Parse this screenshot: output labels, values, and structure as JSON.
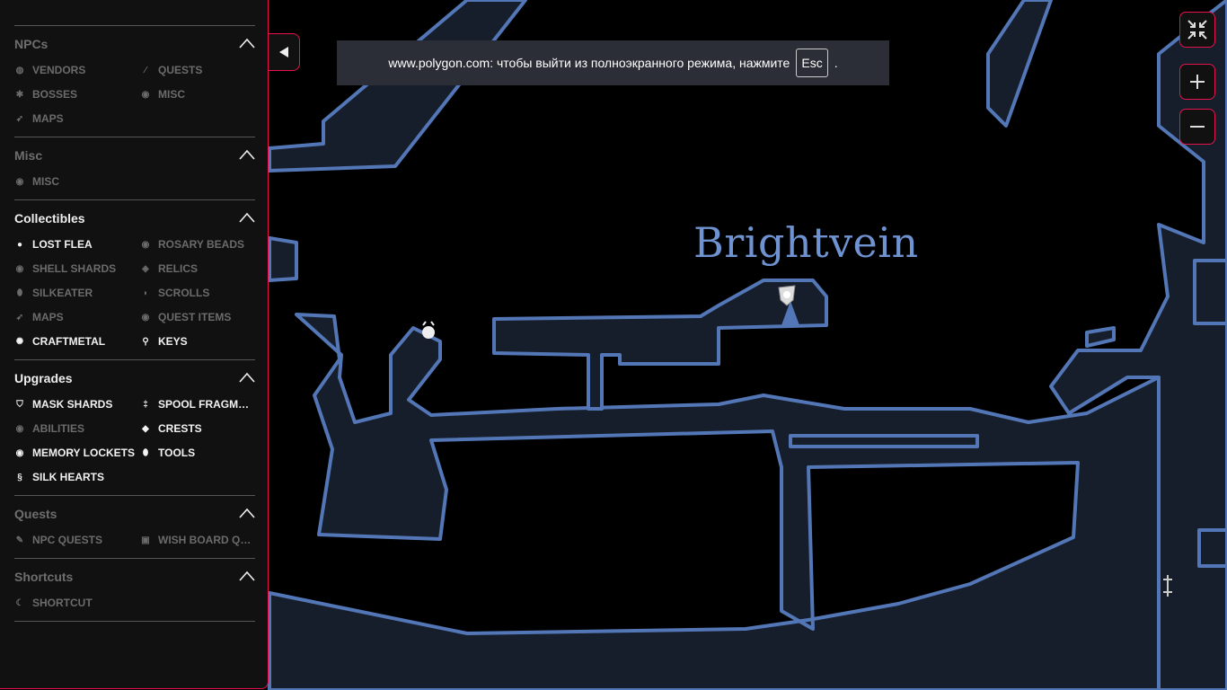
{
  "sidebar": {
    "sections": [
      {
        "title": "NPCs",
        "active": false,
        "items": [
          {
            "label": "VENDORS",
            "icon": "vendor-icon",
            "active": false
          },
          {
            "label": "QUESTS",
            "icon": "quest-pin-icon",
            "active": false
          },
          {
            "label": "BOSSES",
            "icon": "boss-icon",
            "active": false
          },
          {
            "label": "MISC",
            "icon": "misc-icon",
            "active": false
          },
          {
            "label": "MAPS",
            "icon": "map-icon",
            "active": false
          }
        ]
      },
      {
        "title": "Misc",
        "active": false,
        "items": [
          {
            "label": "MISC",
            "icon": "misc-icon",
            "active": false
          }
        ]
      },
      {
        "title": "Collectibles",
        "active": true,
        "items": [
          {
            "label": "LOST FLEA",
            "icon": "flea-icon",
            "active": true
          },
          {
            "label": "ROSARY BEADS",
            "icon": "rosary-icon",
            "active": false
          },
          {
            "label": "SHELL SHARDS",
            "icon": "shell-icon",
            "active": false
          },
          {
            "label": "RELICS",
            "icon": "relic-icon",
            "active": false
          },
          {
            "label": "SILKEATER",
            "icon": "silkeater-icon",
            "active": false
          },
          {
            "label": "SCROLLS",
            "icon": "scroll-icon",
            "active": false
          },
          {
            "label": "MAPS",
            "icon": "map-icon",
            "active": false
          },
          {
            "label": "QUEST ITEMS",
            "icon": "quest-item-icon",
            "active": false
          },
          {
            "label": "CRAFTMETAL",
            "icon": "craftmetal-icon",
            "active": true
          },
          {
            "label": "KEYS",
            "icon": "key-icon",
            "active": true
          }
        ]
      },
      {
        "title": "Upgrades",
        "active": true,
        "items": [
          {
            "label": "MASK SHARDS",
            "icon": "mask-icon",
            "active": true
          },
          {
            "label": "SPOOL FRAGMEN...",
            "icon": "spool-icon",
            "active": true
          },
          {
            "label": "ABILITIES",
            "icon": "ability-icon",
            "active": false
          },
          {
            "label": "CRESTS",
            "icon": "crest-icon",
            "active": true
          },
          {
            "label": "MEMORY LOCKETS",
            "icon": "locket-icon",
            "active": true
          },
          {
            "label": "TOOLS",
            "icon": "tool-icon",
            "active": true
          },
          {
            "label": "SILK HEARTS",
            "icon": "silk-heart-icon",
            "active": true
          }
        ]
      },
      {
        "title": "Quests",
        "active": false,
        "items": [
          {
            "label": "NPC QUESTS",
            "icon": "quill-icon",
            "active": false
          },
          {
            "label": "WISH BOARD QUE...",
            "icon": "wish-board-icon",
            "active": false
          }
        ]
      },
      {
        "title": "Shortcuts",
        "active": false,
        "items": [
          {
            "label": "SHORTCUT",
            "icon": "shortcut-icon",
            "active": false
          }
        ]
      }
    ]
  },
  "banner": {
    "text": "www.polygon.com: чтобы выйти из полноэкранного режима, нажмите",
    "key": "Esc",
    "suffix": "."
  },
  "map": {
    "area_label": "Brightvein"
  },
  "colors": {
    "accent": "#e3144b",
    "room_fill": "#161d2b",
    "room_stroke": "#5377b6",
    "label": "#6f93d1"
  }
}
